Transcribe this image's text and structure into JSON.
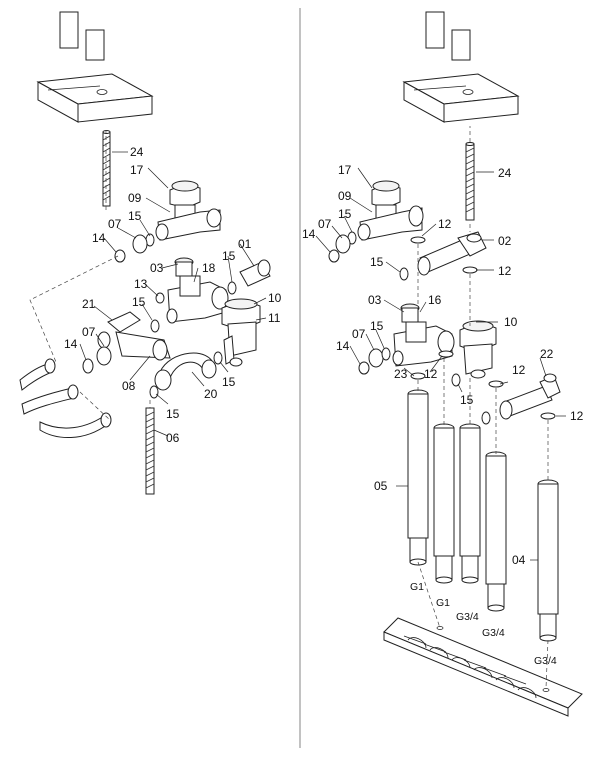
{
  "left_labels": {
    "l24": "24",
    "l17": "17",
    "l09": "09",
    "l15a": "15",
    "l07a": "07",
    "l14a": "14",
    "l03": "03",
    "l18": "18",
    "l15b": "15",
    "l01": "01",
    "l13": "13",
    "l15c": "15",
    "l21": "21",
    "l10": "10",
    "l11": "11",
    "l07b": "07",
    "l14b": "14",
    "l08": "08",
    "l20": "20",
    "l15d": "15",
    "l15e": "15",
    "l06": "06"
  },
  "right_labels": {
    "r24": "24",
    "r17": "17",
    "r09": "09",
    "r15a": "15",
    "r07a": "07",
    "r14a": "14",
    "r12a": "12",
    "r02": "02",
    "r15b": "15",
    "r12b": "12",
    "r03": "03",
    "r16": "16",
    "r10": "10",
    "r07b": "07",
    "r15c": "15",
    "r14b": "14",
    "r12c": "12",
    "r23": "23",
    "r12d": "12",
    "r15d": "15",
    "r22": "22",
    "r12e": "12",
    "r05": "05",
    "r04": "04"
  },
  "thread_sizes": {
    "g1a": "G1",
    "g1b": "G1",
    "g34a": "G3/4",
    "g34b": "G3/4",
    "g34c": "G3/4"
  }
}
